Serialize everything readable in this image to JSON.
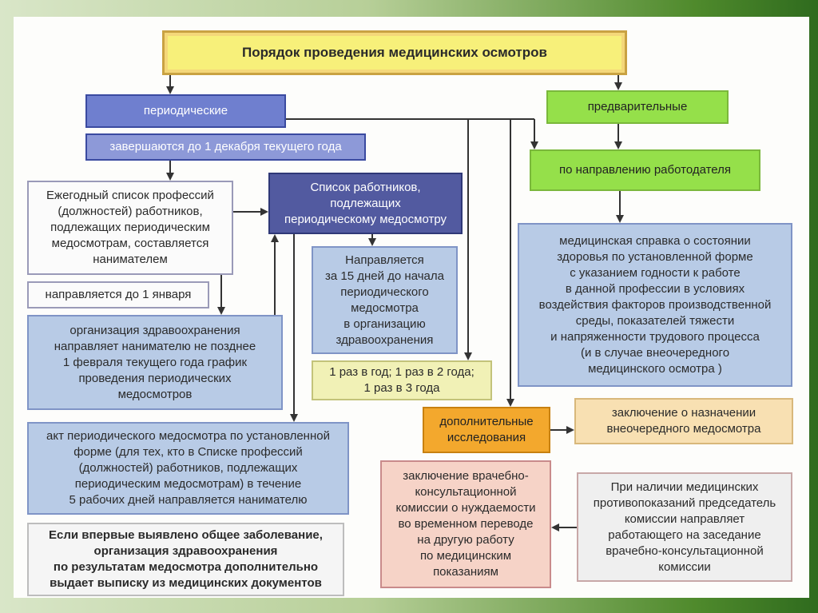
{
  "diagram": {
    "title": "Порядок проведения медицинских осмотров",
    "periodic": "периодические",
    "preliminary": "предварительные",
    "deadline": "завершаются до 1 декабря текущего года",
    "annual_list": "Ежегодный список профессий\n(должностей) работников,\nподлежащих периодическим\nмедосмотрам, составляется\nнанимателем",
    "sent_jan": "направляется до 1 января",
    "schedule": "организация здравоохранения\nнаправляет нанимателю не позднее\n1 февраля текущего года график\nпроведения периодических\nмедосмотров",
    "workers_list": "Список работников,\nподлежащих\nпериодическому медосмотру",
    "sent_15": "Направляется\nза 15 дней до начала\nпериодического\nмедосмотра\nв организацию\nздравоохранения",
    "frequency": "1 раз в год; 1 раз в 2 года;\n1 раз в 3 года",
    "employer_referral": "по направлению работодателя",
    "med_certificate": "медицинская справка о состоянии\nздоровья по установленной форме\nс указанием годности к работе\nв данной профессии в условиях\nвоздействия факторов производственной\nсреды, показателей тяжести\nи напряженности трудового процесса\n(и в случае внеочередного\nмедицинского осмотра )",
    "additional": "дополнительные\nисследования",
    "extraordinary": "заключение о назначении\nвнеочередного медосмотра",
    "act": "акт периодического медосмотра по установленной\nформе (для тех, кто в Списке профессий\n(должностей) работников, подлежащих\nпериодическим медосмотрам) в течение\n5 рабочих дней направляется нанимателю",
    "vkk_conclusion": "заключение врачебно-\nконсультационной\nкомиссии о нуждаемости\nво временном переводе\nна другую работу\nпо медицинским\nпоказаниям",
    "contraindications": "При наличии медицинских\nпротивопоказаний председатель\nкомиссии направляет\nработающего на заседание\nврачебно-консультационной\nкомиссии",
    "first_detected": "Если впервые выявлено общее заболевание,\nорганизация здравоохранения\nпо результатам медосмотра дополнительно\nвыдает выписку из медицинских документов"
  },
  "colors": {
    "arrow": "#333333"
  }
}
